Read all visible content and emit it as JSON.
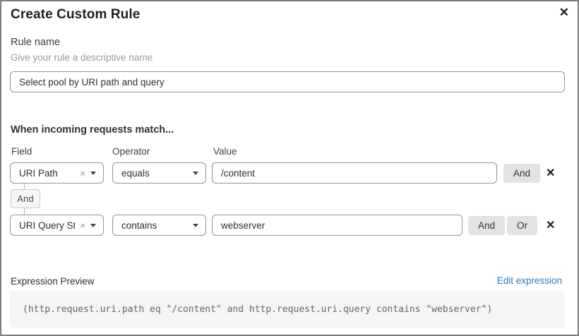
{
  "dialog": {
    "title": "Create Custom Rule",
    "close_icon": "✕"
  },
  "rule_name": {
    "label": "Rule name",
    "hint": "Give your rule a descriptive name",
    "value": "Select pool by URI path and query"
  },
  "matcher": {
    "heading": "When incoming requests match...",
    "column_labels": {
      "field": "Field",
      "operator": "Operator",
      "value": "Value"
    },
    "connector_label": "And",
    "rows": [
      {
        "field": "URI Path",
        "clear_icon": "×",
        "operator": "equals",
        "value": "/content",
        "and_label": "And",
        "remove_icon": "✕"
      },
      {
        "field": "URI Query St...",
        "clear_icon": "×",
        "operator": "contains",
        "value": "webserver",
        "and_label": "And",
        "or_label": "Or",
        "remove_icon": "✕"
      }
    ]
  },
  "expression": {
    "label": "Expression Preview",
    "edit_link": "Edit expression",
    "code": "(http.request.uri.path eq \"/content\" and http.request.uri.query contains \"webserver\")"
  },
  "colors": {
    "link_blue": "#2c7bb9",
    "button_gray": "#e3e3e3",
    "border_gray": "#949494"
  }
}
